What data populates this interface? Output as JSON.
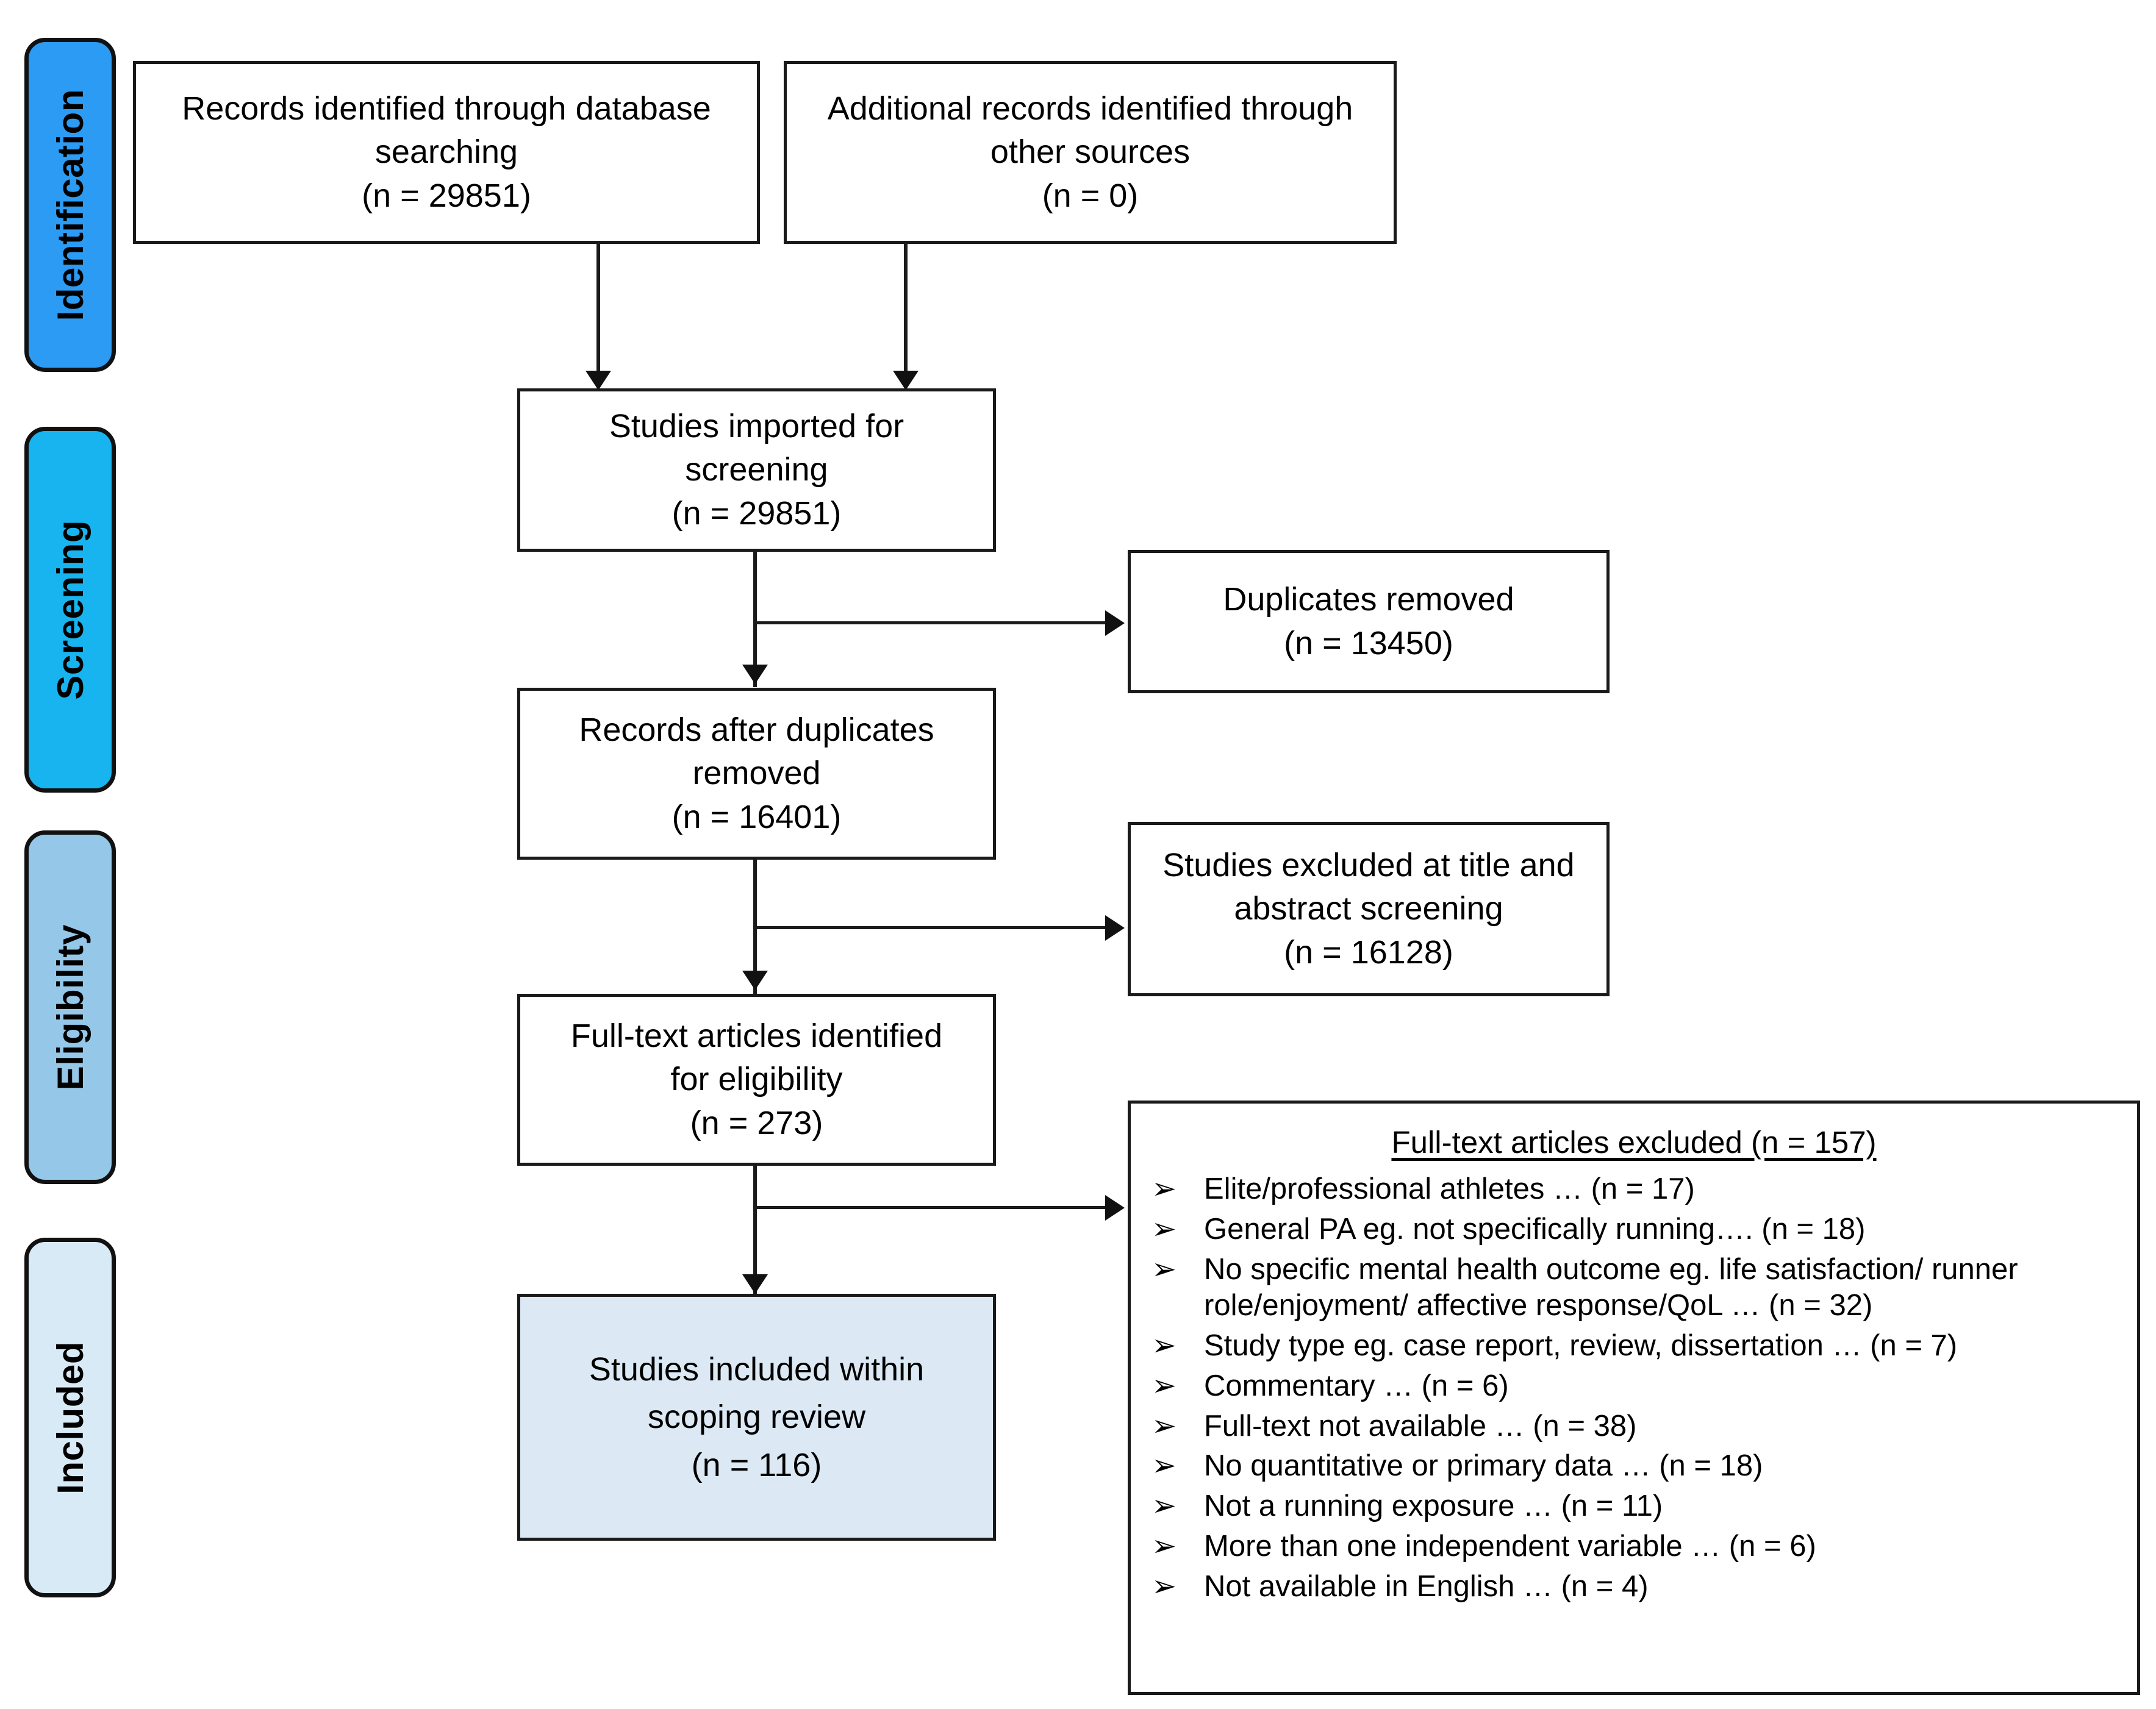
{
  "diagram": {
    "type": "prisma-flow-diagram",
    "title": "PRISMA study selection flow diagram"
  },
  "stages": [
    {
      "key": "identification",
      "label": "Identification",
      "color": "#2b9bf4"
    },
    {
      "key": "screening",
      "label": "Screening",
      "color": "#18b4ef"
    },
    {
      "key": "eligibility",
      "label": "Eligibility",
      "color": "#95c8e8"
    },
    {
      "key": "included",
      "label": "Included",
      "color": "#d9eaf7"
    }
  ],
  "boxes": {
    "database_search": {
      "lines": [
        "Records identified through database",
        "searching",
        "(n = 29851)"
      ],
      "n": 29851
    },
    "other_sources": {
      "lines": [
        "Additional records identified through",
        "other sources",
        "(n = 0)"
      ],
      "n": 0
    },
    "imported": {
      "lines": [
        "Studies imported for",
        "screening",
        "(n = 29851)"
      ],
      "n": 29851
    },
    "duplicates_removed": {
      "lines": [
        "Duplicates removed",
        "(n = 13450)"
      ],
      "n": 13450
    },
    "after_duplicates": {
      "lines": [
        "Records after duplicates",
        "removed",
        "(n = 16401)"
      ],
      "n": 16401
    },
    "excluded_title_abstract": {
      "lines": [
        "Studies excluded at title and",
        "abstract screening",
        "(n = 16128)"
      ],
      "n": 16128
    },
    "fulltext_eligibility": {
      "lines": [
        "Full-text articles identified",
        "for eligibility",
        "(n = 273)"
      ],
      "n": 273
    },
    "included_scoping": {
      "lines": [
        "Studies included within",
        "scoping review",
        "(n = 116)"
      ],
      "n": 116,
      "fill": "#dce9f5"
    }
  },
  "exclusions": {
    "title": "Full-text articles excluded (n = 157)",
    "total": 157,
    "bullet_glyph": "➢",
    "items": [
      {
        "text": "Elite/professional athletes … (n = 17)",
        "n": 17
      },
      {
        "text": "General PA eg. not specifically running…. (n = 18)",
        "n": 18
      },
      {
        "text": "No specific mental health outcome eg. life satisfaction/ runner role/enjoyment/ affective response/QoL … (n = 32)",
        "n": 32
      },
      {
        "text": "Study type eg. case report, review, dissertation … (n = 7)",
        "n": 7
      },
      {
        "text": "Commentary … (n = 6)",
        "n": 6
      },
      {
        "text": "Full-text not available … (n = 38)",
        "n": 38
      },
      {
        "text": "No quantitative or primary data … (n = 18)",
        "n": 18
      },
      {
        "text": "Not a running exposure … (n = 11)",
        "n": 11
      },
      {
        "text": "More than one independent variable … (n = 6)",
        "n": 6
      },
      {
        "text": "Not available in English … (n = 4)",
        "n": 4
      }
    ]
  }
}
